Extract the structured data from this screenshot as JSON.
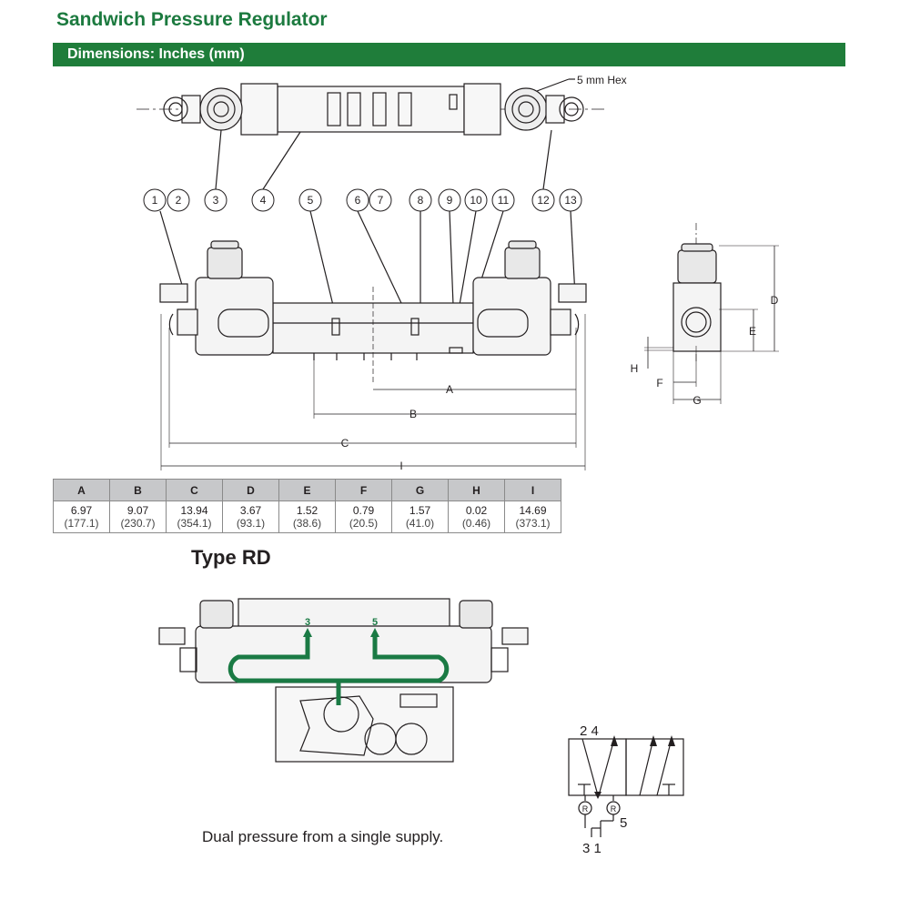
{
  "title": "Sandwich Pressure Regulator",
  "section_bar": "Dimensions: Inches (mm)",
  "hex_label": "5 mm Hex",
  "callouts": [
    "1",
    "2",
    "3",
    "4",
    "5",
    "6",
    "7",
    "8",
    "9",
    "10",
    "11",
    "12",
    "13"
  ],
  "dim_letters": {
    "A": "A",
    "B": "B",
    "C": "C",
    "D": "D",
    "E": "E",
    "F": "F",
    "G": "G",
    "H": "H",
    "I": "I"
  },
  "table": {
    "headers": [
      "A",
      "B",
      "C",
      "D",
      "E",
      "F",
      "G",
      "H",
      "I"
    ],
    "inches": [
      "6.97",
      "9.07",
      "13.94",
      "3.67",
      "1.52",
      "0.79",
      "1.57",
      "0.02",
      "14.69"
    ],
    "mm": [
      "(177.1)",
      "(230.7)",
      "(354.1)",
      "(93.1)",
      "(38.6)",
      "(20.5)",
      "(41.0)",
      "(0.46)",
      "(373.1)"
    ]
  },
  "type_rd": "Type RD",
  "flow_ports": {
    "left": "3",
    "right": "5"
  },
  "symbol": {
    "top": "2 4",
    "right": "5",
    "bottom": "3 1",
    "r": "R"
  },
  "caption": "Dual pressure from a single supply.",
  "colors": {
    "green_bar": "#1f7d3a",
    "title_green": "#1c7a3f",
    "flow_green": "#1a7a44"
  }
}
